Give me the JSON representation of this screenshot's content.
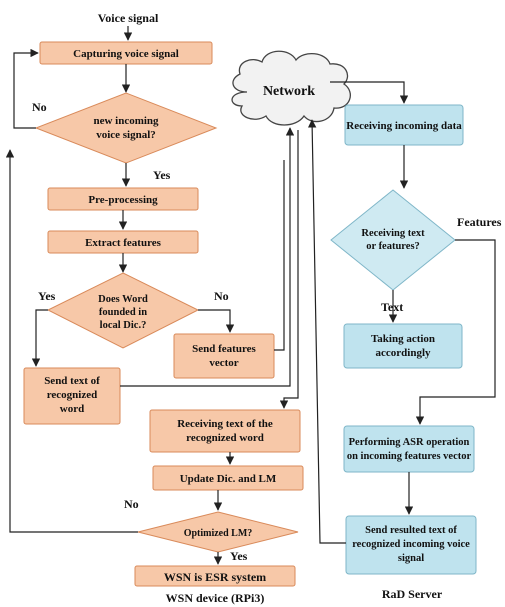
{
  "wsn": {
    "input": "Voice signal",
    "capture": "Capturing voice signal",
    "new_incoming": [
      "new incoming",
      "voice signal?"
    ],
    "no_left": "No",
    "yes1": "Yes",
    "preprocessing": "Pre-processing",
    "extract": "Extract features",
    "does_word": [
      "Does Word",
      "founded in",
      "local Dic.?"
    ],
    "yes_left": "Yes",
    "no_right": "No",
    "send_features": [
      "Send features",
      "vector"
    ],
    "send_text": [
      "Send text of",
      "recognized",
      "word"
    ],
    "receiving_text": [
      "Receiving text of the",
      "recognized word"
    ],
    "update": "Update Dic. and LM",
    "no_bottom": "No",
    "optimized": "Optimized LM?",
    "yes_bottom": "Yes",
    "final": "WSN is ESR system",
    "caption": "WSN device (RPi3)"
  },
  "network": {
    "label": "Network"
  },
  "server": {
    "receiving_data": "Receiving incoming data",
    "receiving_tf": [
      "Receiving text",
      "or features?"
    ],
    "features_label": "Features",
    "text_label": "Text",
    "taking_action": [
      "Taking action",
      "accordingly"
    ],
    "asr": [
      "Performing ASR operation",
      "on incoming features vector"
    ],
    "send_result": [
      "Send resulted text of",
      "recognized incoming voice",
      "signal"
    ],
    "caption": "RaD Server"
  }
}
